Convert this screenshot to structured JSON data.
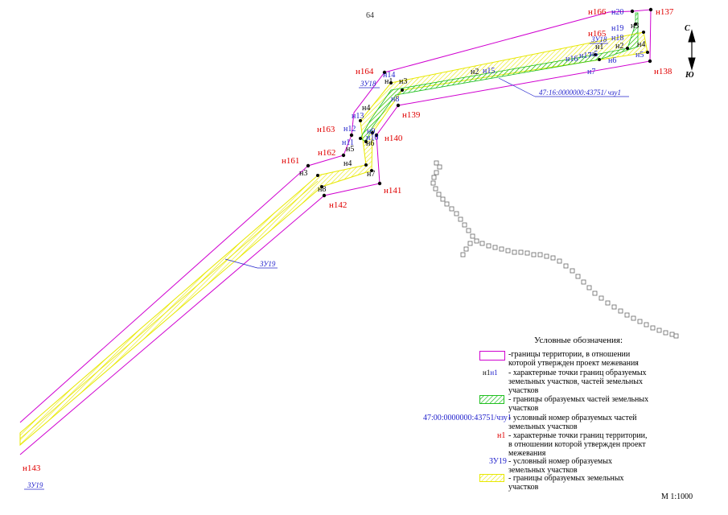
{
  "page_number": "64",
  "scale": "М 1:1000",
  "compass": {
    "north": "С",
    "south": "Ю"
  },
  "legend": {
    "title": "Условные обозначения:",
    "items": [
      {
        "symbol": "magenta-rectangle",
        "text": "-границы территории, в отношении которой утвержден проект межевания"
      },
      {
        "symbol_label_black": "н1",
        "symbol_label_blue": "н1",
        "text": "- характерные точки границ  образуемых земельных участков, частей земельных участков"
      },
      {
        "symbol": "green-hatch",
        "text": "- границы образуемых частей земельных участков"
      },
      {
        "symbol_label_blue": "47:00:0000000:43751/чзу1",
        "text": "- условный номер образуемых частей земельных участков"
      },
      {
        "symbol_label_red": "н1",
        "text": "-  характерные точки границ территории, в отношении которой утвержден проект межевания"
      },
      {
        "symbol_label_blue": "ЗУ19",
        "text": "- условный номер образуемых земельных участков"
      },
      {
        "symbol": "yellow-hatch",
        "text": "- границы образуемых земельных участков"
      }
    ]
  },
  "colors": {
    "territory_border": "#d000d0",
    "territory_point_label": "#e00000",
    "parcel_label": "#2222cc",
    "point_label": "#000000",
    "green_hatch": "#20c020",
    "yellow_hatch": "#e8e800"
  },
  "map_labels": {
    "territory_points": [
      "н166",
      "н137",
      "н138",
      "н164",
      "н139",
      "н163",
      "н162",
      "н140",
      "н161",
      "н141",
      "н142",
      "н143",
      "н165"
    ],
    "parcel_points_black": [
      "н1",
      "н3",
      "н4",
      "н5",
      "н4",
      "н3",
      "н4",
      "н5",
      "н7",
      "н8",
      "н2",
      "н3",
      "н1"
    ],
    "parcel_points_blue": [
      "н20",
      "н19",
      "н18",
      "н17",
      "н16",
      "н5",
      "н6",
      "н7",
      "н14",
      "н8",
      "н13",
      "н12",
      "н9",
      "н10",
      "н11",
      "н6",
      "н15",
      "н2",
      "н1"
    ],
    "parcel_ids": [
      "ЗУ19",
      "ЗУ19",
      "ЗУ18",
      "ЗУ18"
    ],
    "part_id": "47:16:0000000:43751/чзу1"
  }
}
